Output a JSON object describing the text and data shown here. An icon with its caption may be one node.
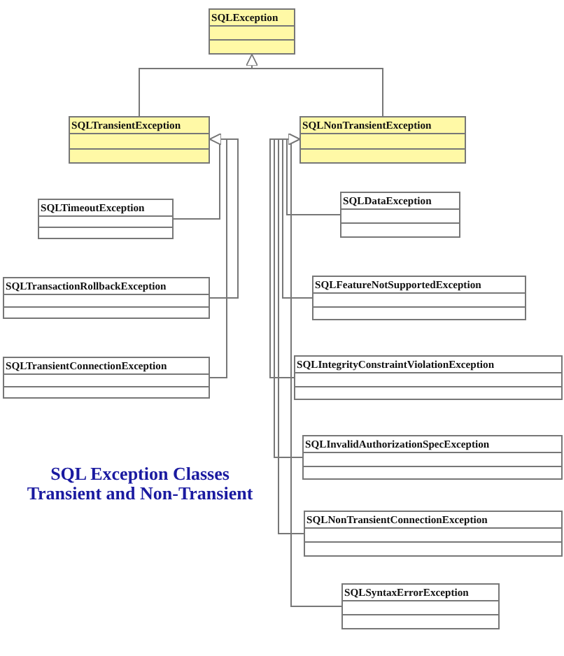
{
  "diagram": {
    "title": "SQL Exception Classes Transient and Non-Transient",
    "nodes": [
      {
        "text": [
          "SQLException"
        ]
      },
      {
        "text": [
          "SQLTransientException"
        ]
      },
      {
        "text": [
          "SQLNonTransientException"
        ]
      },
      {
        "text": [
          "SQLTimeoutException"
        ]
      },
      {
        "text": [
          "SQLTransactionRollbackException"
        ]
      },
      {
        "text": [
          "SQLTransientConnectionException"
        ]
      },
      {
        "text": [
          "SQLDataException"
        ]
      },
      {
        "text": [
          "SQLFeatureNotSupportedException"
        ]
      },
      {
        "text": [
          "SQLIntegrityConstraintViolationException"
        ]
      },
      {
        "text": [
          "SQLInvalidAuthorizationSpecException"
        ]
      },
      {
        "text": [
          "SQLNonTransientConnectionException"
        ]
      },
      {
        "text": [
          "SQLSyntaxErrorException"
        ]
      }
    ],
    "edges": [
      {
        "from": 1,
        "to": 0,
        "arrow": "to"
      },
      {
        "from": 2,
        "to": 0,
        "arrow": "to"
      },
      {
        "from": 3,
        "to": 1,
        "arrow": "to"
      },
      {
        "from": 4,
        "to": 1,
        "arrow": "to"
      },
      {
        "from": 5,
        "to": 1,
        "arrow": "to"
      },
      {
        "from": 6,
        "to": 2,
        "arrow": "to"
      },
      {
        "from": 7,
        "to": 2,
        "arrow": "to"
      },
      {
        "from": 8,
        "to": 2,
        "arrow": "to"
      },
      {
        "from": 9,
        "to": 2,
        "arrow": "to"
      },
      {
        "from": 10,
        "to": 2,
        "arrow": "to"
      },
      {
        "from": 11,
        "to": 2,
        "arrow": "to"
      }
    ]
  }
}
